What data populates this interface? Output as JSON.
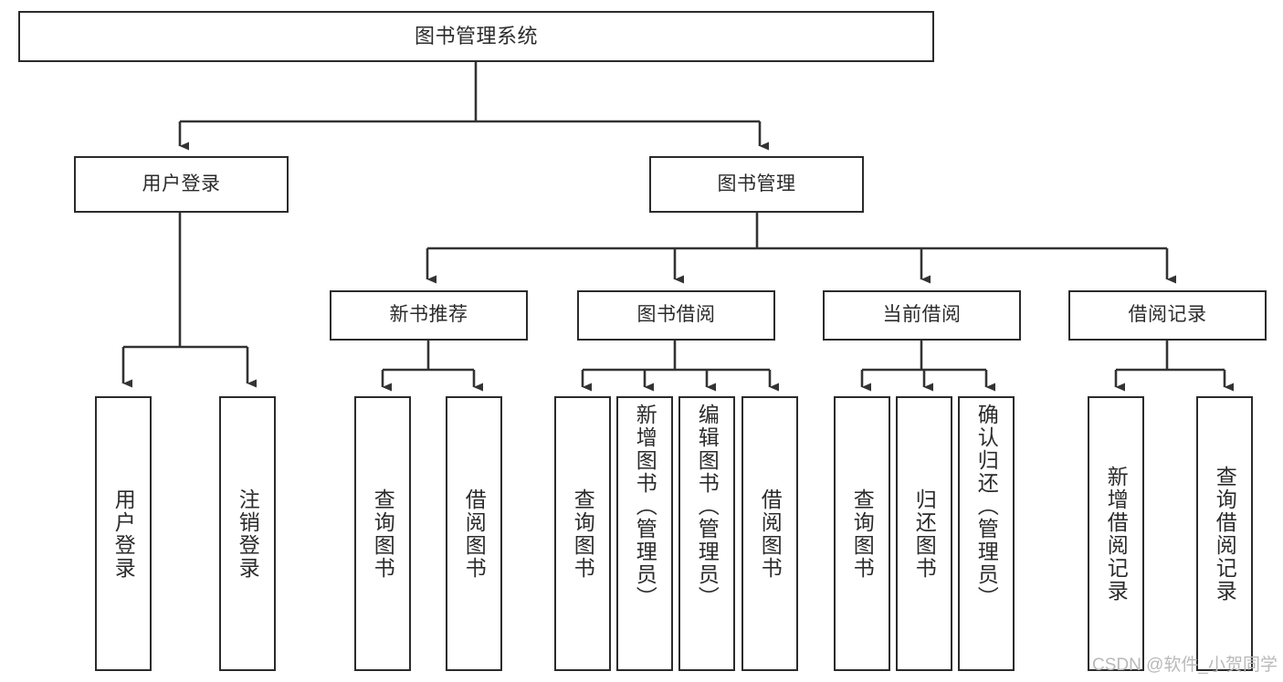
{
  "diagram": {
    "type": "tree",
    "title": "图书管理系统",
    "colors": {
      "box_border": "#2b2b2b",
      "box_fill": "#ffffff",
      "connector": "#333333",
      "text": "#2b2b2b",
      "watermark": "#b9b9b9",
      "background": "#ffffff"
    },
    "root": {
      "label": "图书管理系统"
    },
    "level2": [
      {
        "label": "用户登录"
      },
      {
        "label": "图书管理"
      }
    ],
    "level3": [
      {
        "label": "新书推荐"
      },
      {
        "label": "图书借阅"
      },
      {
        "label": "当前借阅"
      },
      {
        "label": "借阅记录"
      }
    ],
    "leaves": {
      "user_login": [
        {
          "label": "用户登录"
        },
        {
          "label": "注销登录"
        }
      ],
      "new_book_recommend": [
        {
          "label": "查询图书"
        },
        {
          "label": "借阅图书"
        }
      ],
      "book_borrow": [
        {
          "label": "查询图书"
        },
        {
          "label": "新增图书（管理员）"
        },
        {
          "label": "编辑图书（管理员）"
        },
        {
          "label": "借阅图书"
        }
      ],
      "current_borrow": [
        {
          "label": "查询图书"
        },
        {
          "label": "归还图书"
        },
        {
          "label": "确认归还（管理员）"
        }
      ],
      "borrow_record": [
        {
          "label": "新增借阅记录"
        },
        {
          "label": "查询借阅记录"
        }
      ]
    }
  },
  "watermark": {
    "text": "CSDN @软件_小贺同学"
  }
}
